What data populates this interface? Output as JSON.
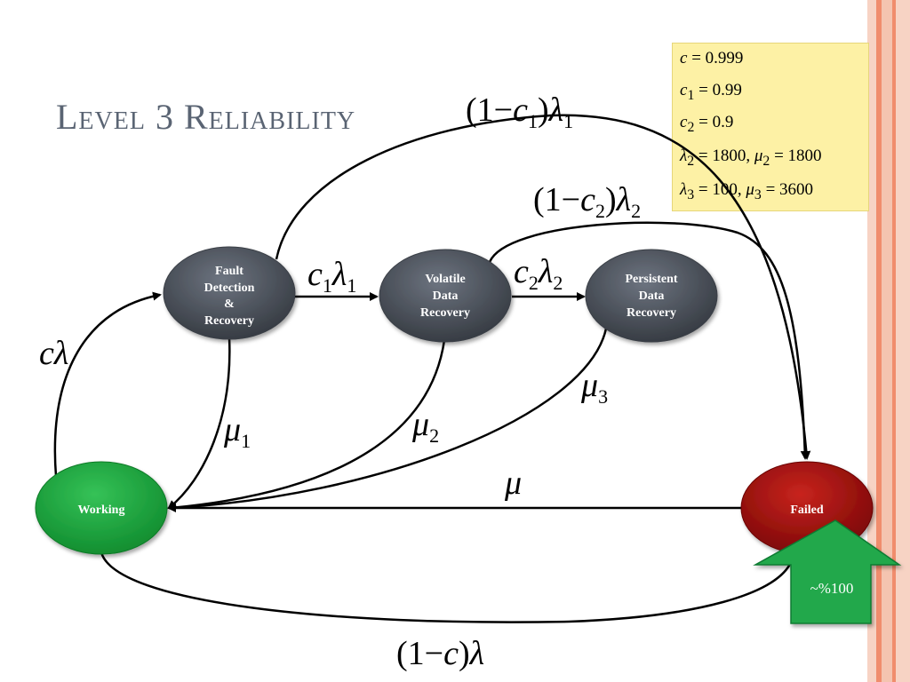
{
  "title": "Level 3 Reliability",
  "colors": {
    "title": "#5a6473",
    "node_dark": "#4a5059",
    "node_working": "#1aa83a",
    "node_failed": "#a81010",
    "arrow_green": "#21a64a",
    "param_bg": "#fdf1a5",
    "stripes": [
      "#f4c4b0",
      "#f08d6d",
      "#f7d3c4"
    ]
  },
  "nodes": {
    "fault": {
      "line1": "Fault",
      "line2": "Detection",
      "line3": "&",
      "line4": "Recovery"
    },
    "volatile": {
      "line1": "Volatile",
      "line2": "Data",
      "line3": "Recovery"
    },
    "persistent": {
      "line1": "Persistent",
      "line2": "Data",
      "line3": "Recovery"
    },
    "working": {
      "label": "Working"
    },
    "failed": {
      "label": "Failed"
    }
  },
  "parameters": {
    "p1": {
      "sym": "c",
      "sub": "",
      "rest": " = 0.999"
    },
    "p2": {
      "sym": "c",
      "sub": "1",
      "rest": " = 0.99"
    },
    "p3": {
      "sym": "c",
      "sub": "2",
      "rest": " = 0.9"
    },
    "p4": {
      "sym": "λ",
      "sub": "2",
      "rest": " = 1800, ",
      "sym2": "μ",
      "sub2": "2",
      "rest2": " = 1800"
    },
    "p5": {
      "sym": "λ",
      "sub": "3",
      "rest": " = 100, ",
      "sym2": "μ",
      "sub2": "3",
      "rest2": " = 3600"
    }
  },
  "labels": {
    "one_minus_c1_lambda1": {
      "open": "(1−",
      "var": "c",
      "sub": "1",
      "close": ")",
      "lam": "λ",
      "lsub": "1"
    },
    "one_minus_c2_lambda2": {
      "open": "(1−",
      "var": "c",
      "sub": "2",
      "close": ")",
      "lam": "λ",
      "lsub": "2"
    },
    "c1_lambda1": {
      "var": "c",
      "sub": "1",
      "lam": "λ",
      "lsub": "1"
    },
    "c2_lambda2": {
      "var": "c",
      "sub": "2",
      "lam": "λ",
      "lsub": "2"
    },
    "c_lambda": {
      "text": "cλ"
    },
    "mu1": {
      "sym": "μ",
      "sub": "1"
    },
    "mu2": {
      "sym": "μ",
      "sub": "2"
    },
    "mu3": {
      "sym": "μ",
      "sub": "3"
    },
    "mu": {
      "sym": "μ"
    },
    "one_minus_c_lambda": {
      "open": "(1−",
      "var": "c",
      "close": ")",
      "lam": "λ"
    }
  },
  "callout": {
    "text": "~%100"
  }
}
